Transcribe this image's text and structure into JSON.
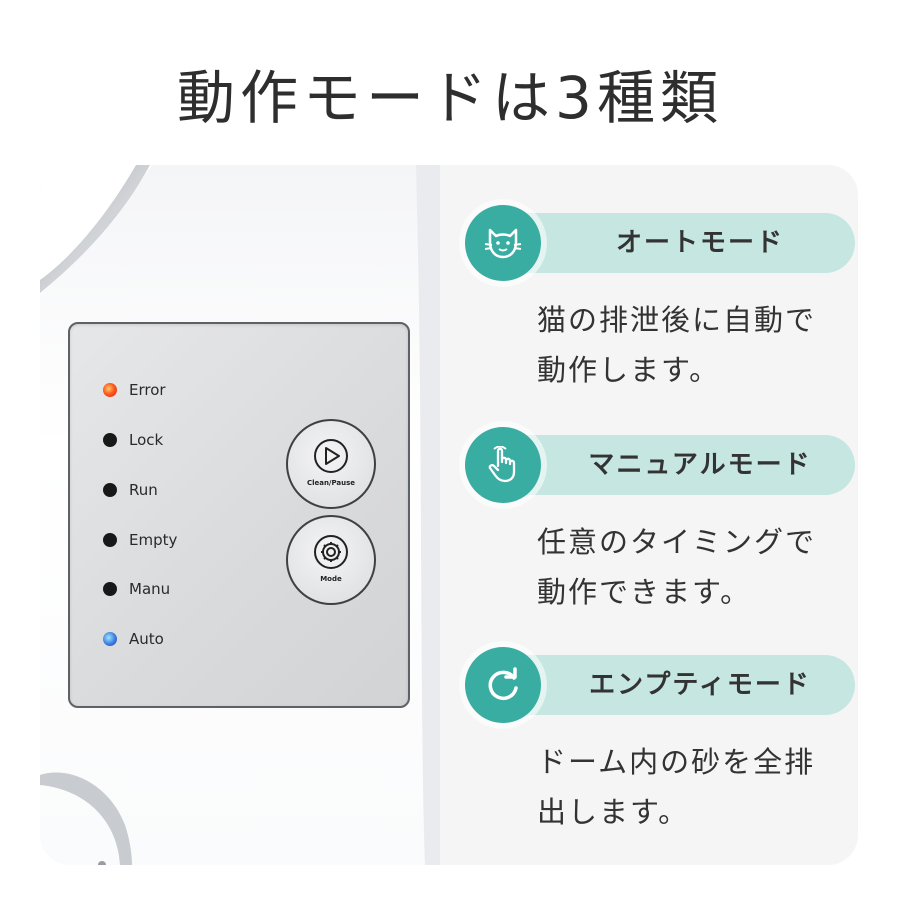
{
  "title": "動作モードは3種類",
  "panel": {
    "indicators": [
      {
        "label": "Error",
        "color": "#ff5a1f"
      },
      {
        "label": "Lock",
        "color": "#181818"
      },
      {
        "label": "Run",
        "color": "#181818"
      },
      {
        "label": "Empty",
        "color": "#181818"
      },
      {
        "label": "Manu",
        "color": "#181818"
      },
      {
        "label": "Auto",
        "color": "#3b7be0"
      }
    ],
    "buttons": [
      {
        "label": "Clean/Pause",
        "icon": "play-icon"
      },
      {
        "label": "Mode",
        "icon": "gear-icon"
      }
    ]
  },
  "modes": [
    {
      "name": "オートモード",
      "icon": "cat-face-icon",
      "desc_line1": "猫の排泄後に自動で",
      "desc_line2": "動作します。"
    },
    {
      "name": "マニュアルモード",
      "icon": "hand-pointer-icon",
      "desc_line1": "任意のタイミングで",
      "desc_line2": "動作できます。"
    },
    {
      "name": "エンプティモード",
      "icon": "refresh-icon",
      "desc_line1": "ドーム内の砂を全排",
      "desc_line2": "出します。"
    }
  ],
  "colors": {
    "accent": "#3aada2",
    "pill": "#c5e6e1",
    "card": "#f5f5f5"
  }
}
